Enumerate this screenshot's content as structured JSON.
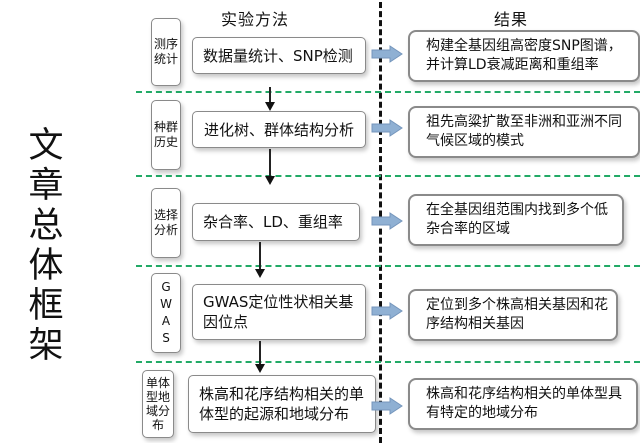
{
  "side_title": "文章总体框架",
  "headers": {
    "method": "实验方法",
    "result": "结果"
  },
  "rows": [
    {
      "label": "测序统计",
      "method": "数据量统计、SNP检测",
      "result": "构建全基因组高密度SNP图谱，并计算LD衰减距离和重组率"
    },
    {
      "label": "种群历史",
      "method": "进化树、群体结构分析",
      "result": "祖先高粱扩散至非洲和亚洲不同气候区域的模式"
    },
    {
      "label": "选择分析",
      "method": "杂合率、LD、重组率",
      "result": "在全基因组范围内找到多个低杂合率的区域"
    },
    {
      "label": "GWAS",
      "method": "GWAS定位性状相关基因位点",
      "result": "定位到多个株高相关基因和花序结构相关基因"
    },
    {
      "label": "单体型地域分布",
      "method": "株高和花序结构相关的单体型的起源和地域分布",
      "result": "株高和花序结构相关的单体型具有特定的地域分布"
    }
  ],
  "colors": {
    "section_divider": "#22aa66",
    "box_border": "#8a8a8a",
    "arrow_fill": "#8fb0d3"
  },
  "icons": {
    "down_arrow": "down-arrow-icon",
    "right_arrow": "right-arrow-icon"
  }
}
